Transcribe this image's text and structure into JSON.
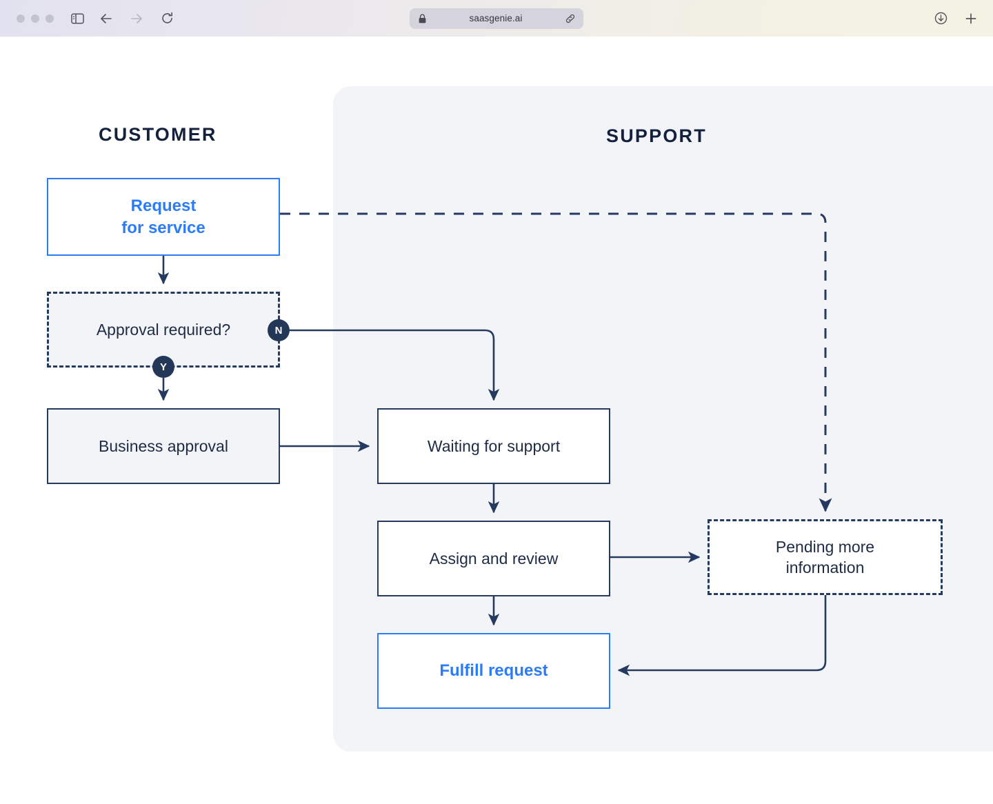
{
  "browser": {
    "url": "saasgenie.ai",
    "icons": {
      "sidebar": "sidebar-toggle-icon",
      "back": "back-arrow-icon",
      "forward": "forward-arrow-icon",
      "reload": "reload-icon",
      "lock": "lock-icon",
      "share": "link-icon",
      "download": "download-icon",
      "new_tab": "plus-icon"
    }
  },
  "diagram": {
    "lanes": [
      {
        "id": "customer",
        "label": "CUSTOMER"
      },
      {
        "id": "support",
        "label": "SUPPORT"
      }
    ],
    "nodes": [
      {
        "id": "request",
        "label": "Request\nfor service",
        "line1": "Request",
        "line2": "for service",
        "style": "accent"
      },
      {
        "id": "approval",
        "label": "Approval required?",
        "style": "dashed-fill"
      },
      {
        "id": "business",
        "label": "Business approval",
        "style": "solid-fill"
      },
      {
        "id": "waiting",
        "label": "Waiting for support",
        "style": "solid-white"
      },
      {
        "id": "assign",
        "label": "Assign and review",
        "style": "solid-white"
      },
      {
        "id": "fulfill",
        "label": "Fulfill request",
        "style": "accent"
      },
      {
        "id": "pending",
        "label": "Pending more information",
        "line1": "Pending more",
        "line2": "information",
        "style": "dashed-white"
      }
    ],
    "badges": [
      {
        "id": "n",
        "label": "N"
      },
      {
        "id": "y",
        "label": "Y"
      }
    ],
    "edges": [
      {
        "from": "request",
        "to": "pending",
        "style": "dashed"
      },
      {
        "from": "request",
        "to": "approval",
        "style": "solid"
      },
      {
        "from": "approval",
        "to": "business",
        "style": "solid",
        "label": "Y"
      },
      {
        "from": "approval",
        "to": "waiting",
        "style": "solid",
        "label": "N"
      },
      {
        "from": "business",
        "to": "waiting",
        "style": "solid"
      },
      {
        "from": "waiting",
        "to": "assign",
        "style": "solid"
      },
      {
        "from": "assign",
        "to": "fulfill",
        "style": "solid"
      },
      {
        "from": "assign",
        "to": "pending",
        "style": "solid"
      },
      {
        "from": "pending",
        "to": "fulfill",
        "style": "solid"
      }
    ]
  },
  "colors": {
    "accent_blue": "#2b7cf6",
    "navy": "#253a5e",
    "panel_gray": "#f3f4f7",
    "badge_navy": "#233756",
    "page_white": "#ffffff"
  }
}
